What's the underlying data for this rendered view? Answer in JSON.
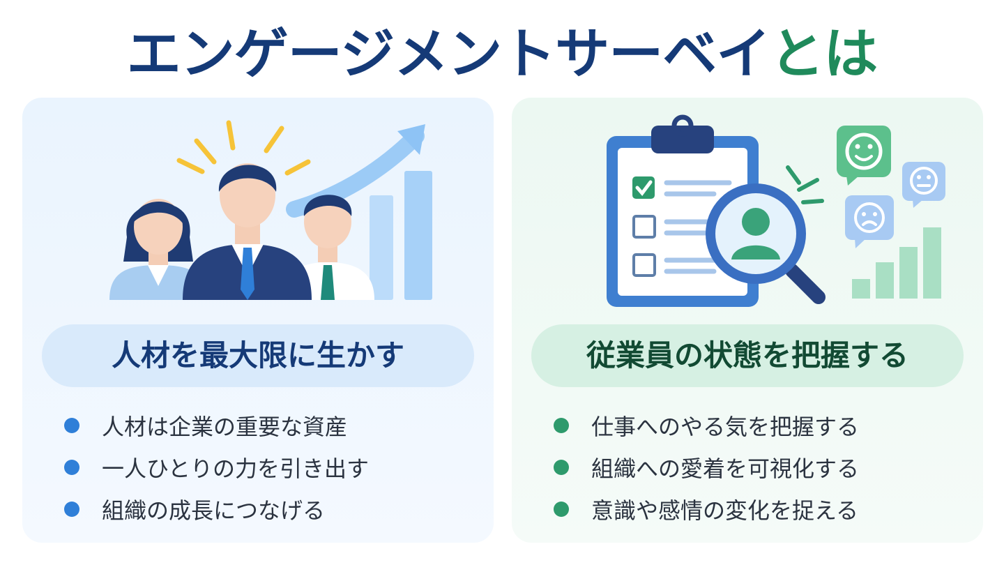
{
  "title": {
    "main": "エンゲージメントサーベイ",
    "accent": "とは"
  },
  "colors": {
    "navy": "#153a77",
    "green": "#1f8a5b",
    "blue_dot": "#2f7fd8",
    "green_dot": "#2e9a6c"
  },
  "left_panel": {
    "heading": "人材を最大限に生かす",
    "bullets": [
      "人材は企業の重要な資産",
      "一人ひとりの力を引き出す",
      "組織の成長につなげる"
    ],
    "icons": [
      "team-people-icon",
      "growth-arrow-icon",
      "bar-chart-icon"
    ]
  },
  "right_panel": {
    "heading": "従業員の状態を把握する",
    "bullets": [
      "仕事へのやる気を把握する",
      "組織への愛着を可視化する",
      "意識や感情の変化を捉える"
    ],
    "icons": [
      "clipboard-checklist-icon",
      "magnifier-person-icon",
      "emoji-feedback-icon",
      "bar-chart-icon"
    ]
  }
}
